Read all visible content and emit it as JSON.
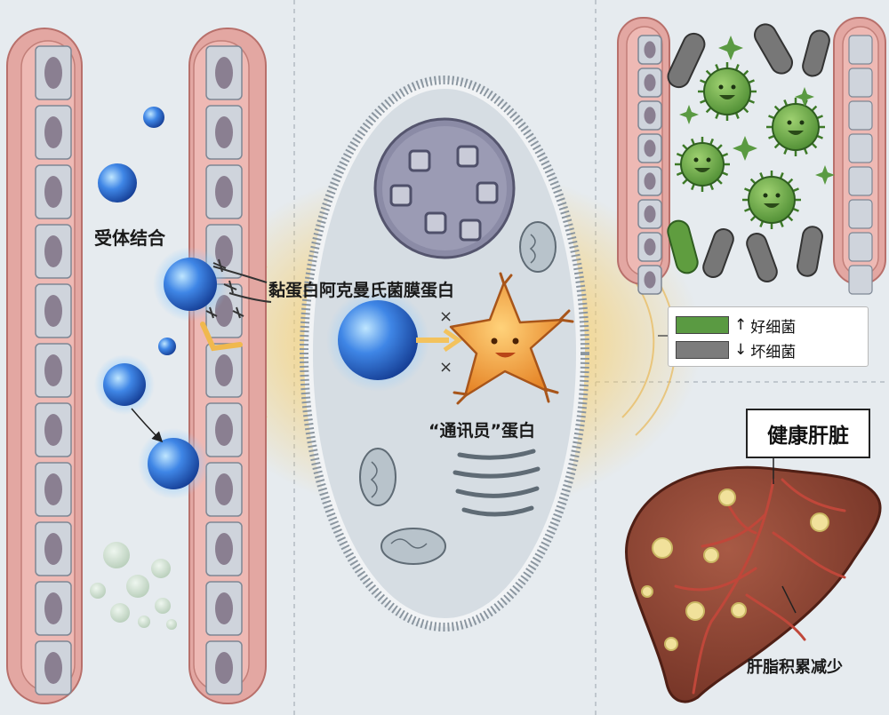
{
  "labels": {
    "receptor_binding": "受体结合",
    "akkermansia_protein": "黏蛋白阿克曼氏菌膜蛋白",
    "messenger_protein": "“通讯员”蛋白",
    "healthy_liver": "健康肝脏",
    "liver_fat_reduced": "肝脂积累减少"
  },
  "legend": {
    "good": {
      "arrow": "↑",
      "label": "好细菌",
      "color": "#5a9a42"
    },
    "bad": {
      "arrow": "↓",
      "label": "坏细菌",
      "color": "#7c7c7c"
    }
  },
  "symbols": {
    "block_mark": "×"
  },
  "colors": {
    "intestine_wall": "#e3a7a2",
    "cell": "#cfd4dc",
    "nucleus": "#8a7f91",
    "blue_sphere": "#2f6fd6",
    "messenger_star": "#f0902e",
    "glow": "#f6cf72",
    "liver": "#8f4433",
    "fat_droplet": "#f1e19b"
  }
}
